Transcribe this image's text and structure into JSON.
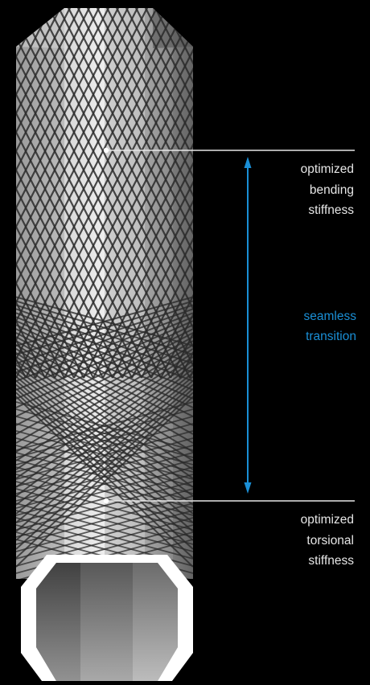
{
  "diagram": {
    "labels": {
      "top": [
        "optimized",
        "bending",
        "stiffness"
      ],
      "middle": [
        "seamless",
        "transition"
      ],
      "bottom": [
        "optimized",
        "torsional",
        "stiffness"
      ]
    },
    "colors": {
      "background": "#000000",
      "accent": "#1a8fd6",
      "label_text": "#e6e6e6",
      "leader_line": "#e6e6e6",
      "fiber": "#2a2a2a",
      "cross_section_outline": "#ffffff"
    },
    "icons": {
      "tube": "octagonal-carbon-tube",
      "arrow": "double-headed-arrow"
    }
  }
}
